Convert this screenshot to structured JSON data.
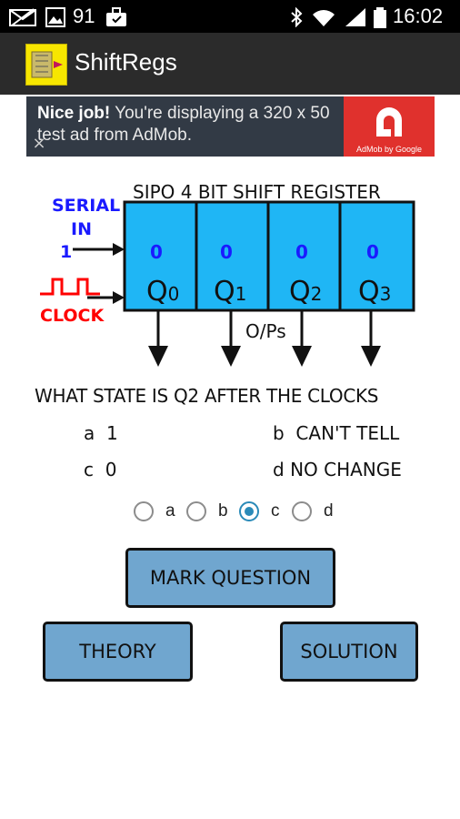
{
  "status_bar": {
    "battery_percent_text": "91",
    "time": "16:02",
    "icons": [
      "mail-muted-icon",
      "photo-icon",
      "briefcase-icon",
      "bluetooth-icon",
      "wifi-icon",
      "signal-icon",
      "battery-icon"
    ]
  },
  "action_bar": {
    "app_title": "ShiftRegs",
    "app_icon": "shift-register-app-icon"
  },
  "ad": {
    "headline_bold": "Nice job!",
    "headline_rest": " You're displaying a 320 x 50 test ad from AdMob.",
    "logo_caption": "AdMob by Google",
    "close_glyph": "×",
    "colors": {
      "background": "#323a45",
      "logo": "#e0312d"
    }
  },
  "diagram": {
    "title": "SIPO 4 BIT SHIFT REGISTER",
    "serial_label_1": "SERIAL",
    "serial_label_2": "IN",
    "serial_value": "1",
    "clock_label": "CLOCK",
    "outputs_label": "O/Ps",
    "cells": [
      {
        "value": "0",
        "name": "Q",
        "sub": "0"
      },
      {
        "value": "0",
        "name": "Q",
        "sub": "1"
      },
      {
        "value": "0",
        "name": "Q",
        "sub": "2"
      },
      {
        "value": "0",
        "name": "Q",
        "sub": "3"
      }
    ],
    "colors": {
      "cell_fill": "#1fb6f5",
      "serial_text": "#1a1aff",
      "clock_text": "#ff0000"
    }
  },
  "question": {
    "text": "WHAT STATE IS Q2 AFTER THE CLOCKS",
    "options": [
      {
        "key": "a",
        "text": "1"
      },
      {
        "key": "b",
        "text": "CAN'T TELL"
      },
      {
        "key": "c",
        "text": "0"
      },
      {
        "key": "d",
        "text": "NO CHANGE"
      }
    ]
  },
  "answer_radios": [
    {
      "label": "a",
      "checked": false
    },
    {
      "label": "b",
      "checked": false
    },
    {
      "label": "c",
      "checked": true
    },
    {
      "label": "d",
      "checked": false
    }
  ],
  "buttons": {
    "mark": "MARK QUESTION",
    "theory": "THEORY",
    "solution": "SOLUTION",
    "color": "#70a6cf"
  }
}
